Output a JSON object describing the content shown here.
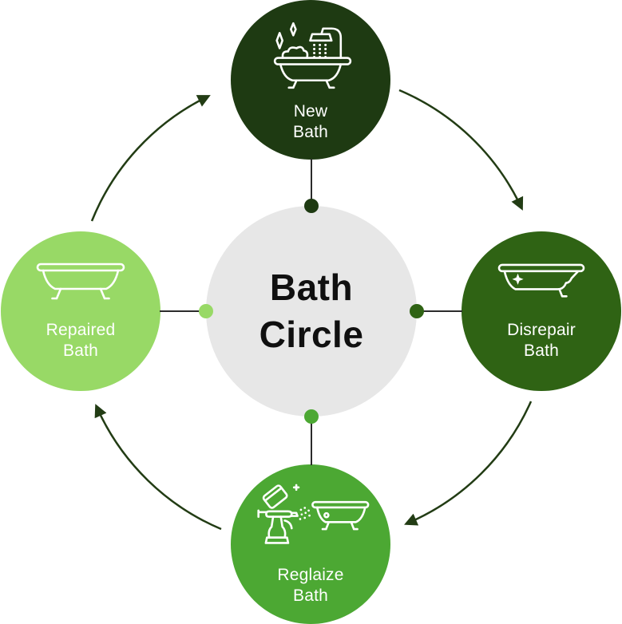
{
  "title": "Bath Circle",
  "center": {
    "label": "Bath\nCircle",
    "color": "#e7e7e7",
    "text_color": "#101010"
  },
  "nodes": [
    {
      "id": "new-bath",
      "label": "New\nBath",
      "position": "top",
      "color": "#1e3a12",
      "icon": "sparkling-bath-shower-icon"
    },
    {
      "id": "disrepair-bath",
      "label": "Disrepair\nBath",
      "position": "right",
      "color": "#2f6314",
      "icon": "cracked-bathtub-icon"
    },
    {
      "id": "reglaize-bath",
      "label": "Reglaize\nBath",
      "position": "bottom",
      "color": "#4ca833",
      "icon": "spray-reglaze-bathtub-icon"
    },
    {
      "id": "repaired-bath",
      "label": "Repaired\nBath",
      "position": "left",
      "color": "#98d966",
      "icon": "bathtub-icon"
    }
  ],
  "flow": {
    "direction": "clockwise",
    "sequence": [
      "New Bath",
      "Disrepair Bath",
      "Reglaize Bath",
      "Repaired Bath"
    ]
  },
  "colors": {
    "new_bath": "#1e3a12",
    "disrepair_bath": "#2f6314",
    "reglaize_bath": "#4ca833",
    "repaired_bath": "#98d966",
    "center_circle": "#e7e7e7",
    "arrow": "#223c14",
    "connector_line": "#2b2b2b",
    "icon_stroke": "#ffffff",
    "background": "#ffffff"
  }
}
